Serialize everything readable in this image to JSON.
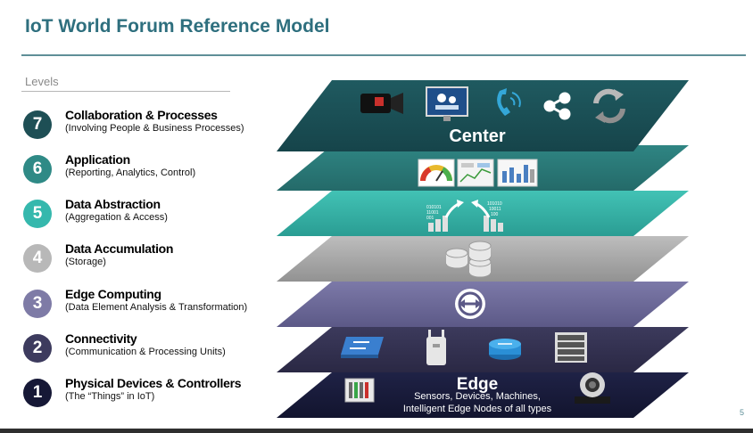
{
  "title": "IoT World Forum Reference Model",
  "levels_label": "Levels",
  "levels": [
    {
      "number": "7",
      "name": "Collaboration & Processes",
      "description": "(Involving People & Business Processes)",
      "color": "#1e4f55"
    },
    {
      "number": "6",
      "name": "Application",
      "description": "(Reporting, Analytics, Control)",
      "color": "#2f8a86"
    },
    {
      "number": "5",
      "name": "Data Abstraction",
      "description": "(Aggregation & Access)",
      "color": "#35b8ad"
    },
    {
      "number": "4",
      "name": "Data Accumulation",
      "description": "(Storage)",
      "color": "#b8b8b8"
    },
    {
      "number": "3",
      "name": "Edge Computing",
      "description": "(Data Element Analysis & Transformation)",
      "color": "#7e7ba6"
    },
    {
      "number": "2",
      "name": "Connectivity",
      "description": "(Communication & Processing Units)",
      "color": "#3d3b5e"
    },
    {
      "number": "1",
      "name": "Physical Devices & Controllers",
      "description": "(The “Things” in IoT)",
      "color": "#161836"
    }
  ],
  "stack": {
    "center_label": "Center",
    "edge_label": "Edge",
    "edge_line1": "Sensors, Devices, Machines,",
    "edge_line2": "Intelligent Edge Nodes of all types",
    "layer_colors": [
      "#1d4f55",
      "#2c7b7a",
      "#3ab5a9",
      "#aaaaaa",
      "#6e6b99",
      "#33314f",
      "#181a38"
    ],
    "icons": {
      "layer7": [
        "video-camera-icon",
        "video-conference-icon",
        "phone-icon",
        "share-icon",
        "sync-icon"
      ],
      "layer6": [
        "gauge-chart-icon",
        "dashboard-icon",
        "report-chart-icon"
      ],
      "layer5": [
        "data-aggregation-icon",
        "data-access-icon"
      ],
      "layer4": [
        "database-icon"
      ],
      "layer3": [
        "edge-processor-icon"
      ],
      "layer2": [
        "switch-icon",
        "access-point-icon",
        "router-icon",
        "server-rack-icon"
      ],
      "layer1": [
        "controller-panel-icon",
        "camera-icon"
      ]
    }
  },
  "slide_number": "5"
}
